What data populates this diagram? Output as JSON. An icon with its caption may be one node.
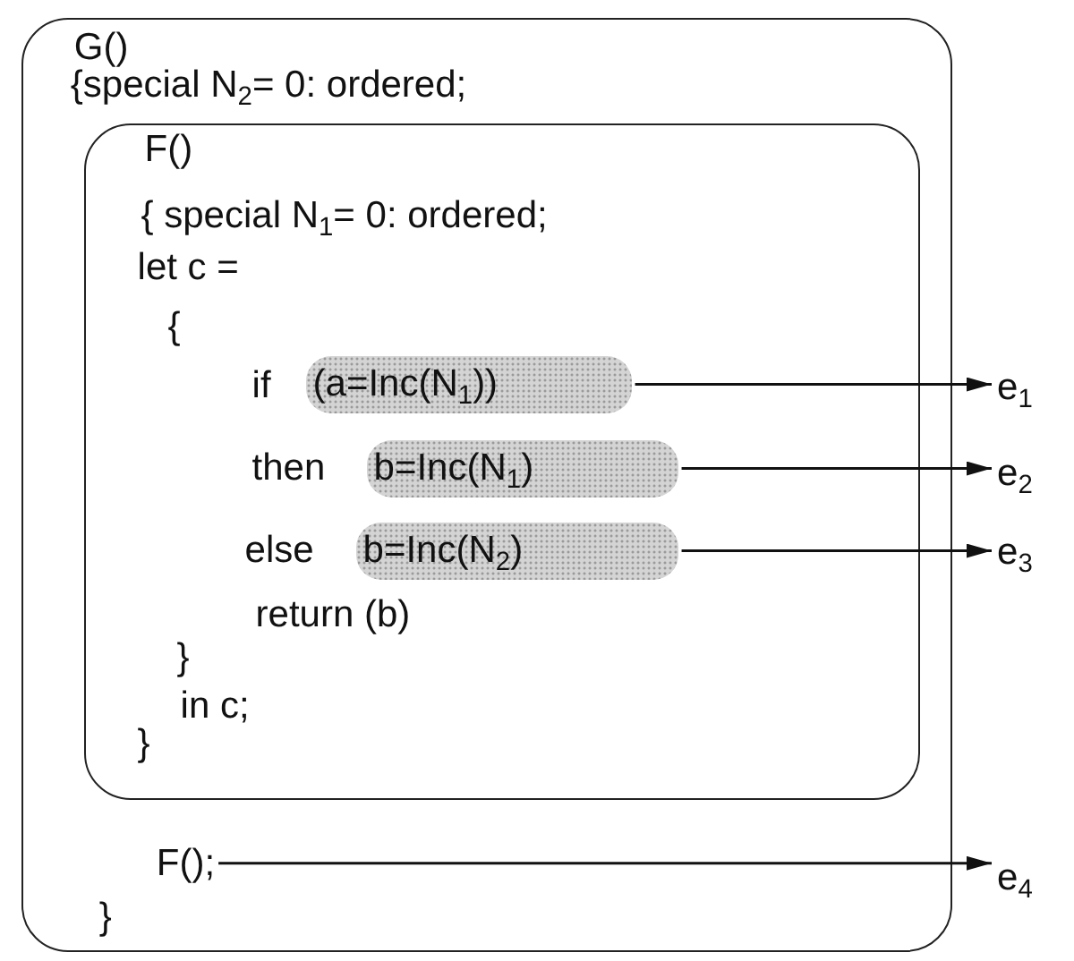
{
  "diagram": {
    "nodes": [
      {
        "text": [
          "G()",
          "{special N$_{2}$= 0: ordered;",
          "}"
        ]
      },
      {
        "text": [
          "F()",
          "{ special N$_{1}$= 0: ordered;",
          "let c =",
          "{",
          "if",
          "then",
          "else",
          "return (b)",
          "}",
          "in c;",
          "}"
        ],
        "in": 0
      },
      {
        "text": [
          "(a=Inc(N$_{1}$))"
        ],
        "in": 1
      },
      {
        "text": [
          "e$_{1}$"
        ]
      },
      {
        "text": [
          "b=Inc(N$_{1}$)"
        ],
        "in": 1
      },
      {
        "text": [
          "e$_{2}$"
        ]
      },
      {
        "text": [
          "b=Inc(N$_{2}$)"
        ],
        "in": 1
      },
      {
        "text": [
          "e$_{3}$"
        ]
      },
      {
        "text": [
          "F();"
        ],
        "in": 0
      },
      {
        "text": [
          "e$_{4}$"
        ]
      }
    ],
    "edges": [
      {
        "from": 2,
        "to": 3,
        "arrow": "to"
      },
      {
        "from": 4,
        "to": 5,
        "arrow": "to"
      },
      {
        "from": 6,
        "to": 7,
        "arrow": "to"
      },
      {
        "from": 8,
        "to": 9,
        "arrow": "to"
      }
    ]
  }
}
